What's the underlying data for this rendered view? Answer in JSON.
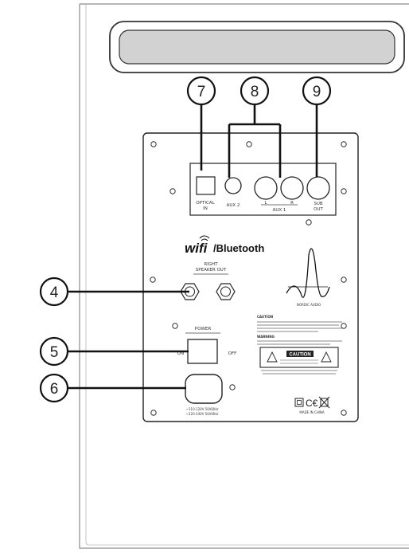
{
  "callouts": [
    {
      "id": "callout-4",
      "number": "4"
    },
    {
      "id": "callout-5",
      "number": "5"
    },
    {
      "id": "callout-6",
      "number": "6"
    },
    {
      "id": "callout-7",
      "number": "7"
    },
    {
      "id": "callout-8",
      "number": "8"
    },
    {
      "id": "callout-9",
      "number": "9"
    }
  ],
  "ports": {
    "optical_label_1": "OPTICAL",
    "optical_label_2": "IN",
    "aux2_label": "AUX 2",
    "l_label": "L",
    "r_label": "R",
    "aux1_label": "AUX 1",
    "sub_label_1": "SUB",
    "sub_label_2": "OUT"
  },
  "brand": {
    "wifi_word": "wifi",
    "bluetooth_word": "/Bluetooth",
    "logo_text": "NORDIC AUDIO"
  },
  "speaker_out": {
    "label_1": "RIGHT",
    "label_2": "SPEAKER OUT"
  },
  "power": {
    "label": "POWER",
    "on_label": "ON",
    "off_label": "OFF"
  },
  "caution": {
    "heading": "CAUTION",
    "heading_2": "WARNING",
    "box_label": "CAUTION"
  },
  "mains": {
    "line_1": "~110-120V 50/60Hz",
    "line_2": "~220-240V 50/60Hz"
  },
  "footer_code": "MADE IN CHINA"
}
